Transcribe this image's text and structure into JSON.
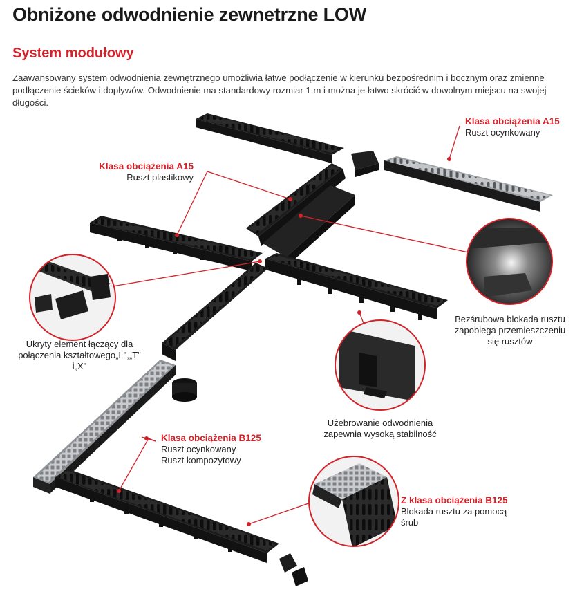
{
  "title": "Obniżone odwodnienie zewnetrzne LOW",
  "subtitle": "System modułowy",
  "intro": "Zaawansowany system odwodnienia zewnętrznego umożliwia łatwe podłączenie  w kierunku bezpośrednim i bocznym oraz zmienne podłączenie ścieków i dopływów. Odwodnienie ma standardowy rozmiar 1 m i można je łatwo skrócić w dowolnym miejscu na swojej długości.",
  "labels": {
    "a15_galv": {
      "heading": "Klasa obciążenia A15",
      "line1": "Ruszt ocynkowany"
    },
    "a15_plastic": {
      "heading": "Klasa obciążenia A15",
      "line1": "Ruszt plastikowy"
    },
    "connector": {
      "line1": "Ukryty element łączący dla",
      "line2": "połączenia kształtowego„L\",„T\"",
      "line3": "i„X\""
    },
    "lock": {
      "line1": "Bezśrubowa blokada rusztu",
      "line2": "zapobiega przemieszczeniu",
      "line3": "się rusztów"
    },
    "ribbing": {
      "line1": "Użebrowanie odwodnienia",
      "line2": "zapewnia wysoką stabilność"
    },
    "b125": {
      "heading": "Klasa obciążenia B125",
      "line1": "Ruszt ocynkowany",
      "line2": "Ruszt kompozytowy"
    },
    "b125_screw": {
      "heading": "Z klasa obciążenia B125",
      "line1": "Blokada rusztu za pomocą",
      "line2": "śrub"
    }
  },
  "colors": {
    "accent": "#d2232a",
    "channel": "#2a2a2a",
    "steel": "#b9bcc0"
  }
}
